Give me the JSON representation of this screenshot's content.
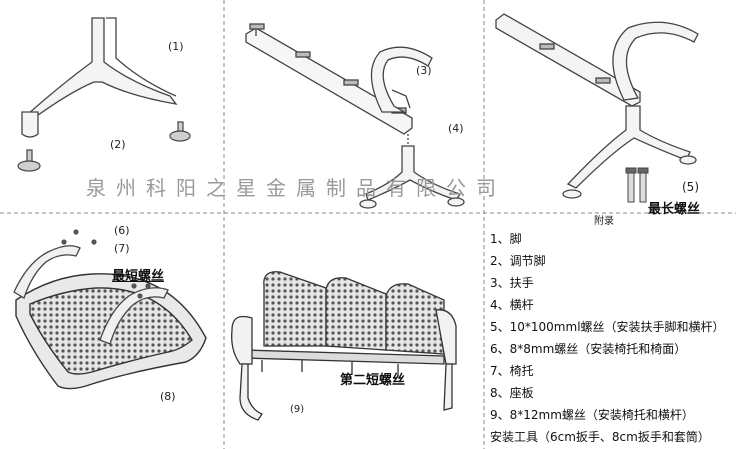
{
  "company_name": "泉州科阳之星金属制品有限公司",
  "part_labels": {
    "p1": "(1)",
    "p2": "(2)",
    "p3": "(3)",
    "p4": "(4)",
    "p5": "(5)",
    "p6": "(6)",
    "p7": "(7)",
    "p8": "(8)",
    "p9": "(9)"
  },
  "callouts": {
    "longest_screw": "最长螺丝",
    "shortest_screw": "最短螺丝",
    "second_shortest_screw": "第二短螺丝"
  },
  "appendix": {
    "title": "附录",
    "items": [
      "1、脚",
      "2、调节脚",
      "3、扶手",
      "4、横杆",
      "5、10*100mml螺丝（安装扶手脚和横杆）",
      "6、8*8mm螺丝（安装椅托和椅面）",
      "7、椅托",
      "8、座板",
      "9、8*12mm螺丝（安装椅托和横杆）",
      "安装工具（6cm扳手、8cm扳手和套筒）"
    ]
  },
  "colors": {
    "line": "#444444",
    "divider": "#888888",
    "watermark": "#9a9a9a"
  }
}
